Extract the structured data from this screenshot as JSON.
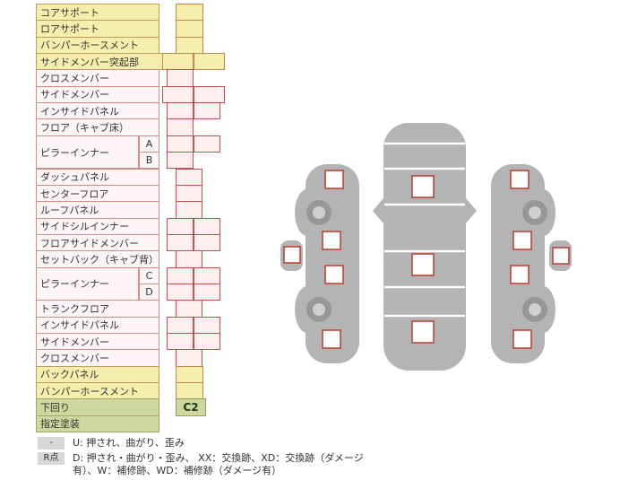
{
  "colors": {
    "row_yellow": "#f5efad",
    "row_green": "#ccd89e",
    "cell_pink": "#fdeef0",
    "cell_border_red": "#c0504d",
    "car_body_gray": "#b4b4b4",
    "marker_border_red": "#c0392b",
    "legend_badge_gray": "#d8d8d8"
  },
  "table": {
    "rows": [
      {
        "label": "コアサポート",
        "bg": "yellow",
        "cells": [
          {
            "l": 156,
            "w": 31,
            "bg": "yellow"
          }
        ]
      },
      {
        "label": "ロアサポート",
        "bg": "yellow",
        "cells": [
          {
            "l": 156,
            "w": 31,
            "bg": "yellow"
          }
        ]
      },
      {
        "label": "バンパーホースメント",
        "bg": "yellow",
        "cells": [
          {
            "l": 156,
            "w": 31,
            "bg": "yellow"
          }
        ]
      },
      {
        "label": "サイドメンバー突起部",
        "bg": "yellow",
        "wide": true,
        "cells": [
          {
            "l": 141,
            "w": 35,
            "bg": "yellow"
          },
          {
            "l": 176,
            "w": 35,
            "bg": "yellow"
          }
        ]
      },
      {
        "label": "クロスメンバー",
        "cells": [
          {
            "l": 146,
            "w": 30,
            "bg": "pink"
          }
        ]
      },
      {
        "label": "サイドメンバー",
        "cells": [
          {
            "l": 141,
            "w": 35,
            "bg": "pink"
          },
          {
            "l": 176,
            "w": 35,
            "bg": "pink"
          }
        ]
      },
      {
        "label": "インサイドパネル",
        "cells": [
          {
            "l": 146,
            "w": 30,
            "bg": "pink"
          },
          {
            "l": 176,
            "w": 30,
            "bg": "pink"
          }
        ]
      },
      {
        "label": "フロア（キャブ床）",
        "cells": [
          {
            "l": 146,
            "w": 30,
            "bg": "pink"
          }
        ]
      },
      {
        "group": "ピラーインナー",
        "sub": "A",
        "cells": [
          {
            "l": 146,
            "w": 30,
            "bg": "pink"
          },
          {
            "l": 176,
            "w": 30,
            "bg": "pink"
          }
        ]
      },
      {
        "sub": "B",
        "cont": true,
        "cells": [
          {
            "l": 146,
            "w": 30,
            "bg": "pink"
          }
        ]
      },
      {
        "label": "ダッシュパネル",
        "cells": [
          {
            "l": 156,
            "w": 30,
            "bg": "pink"
          }
        ]
      },
      {
        "label": "センターフロア",
        "cells": [
          {
            "l": 156,
            "w": 30,
            "bg": "pink"
          }
        ]
      },
      {
        "label": "ルーフパネル",
        "cells": [
          {
            "l": 156,
            "w": 30,
            "bg": "pink"
          }
        ]
      },
      {
        "label": "サイドシルインナー",
        "cells": [
          {
            "l": 146,
            "w": 30,
            "bg": "pink"
          },
          {
            "l": 176,
            "w": 30,
            "bg": "pink"
          }
        ]
      },
      {
        "label": "フロアサイドメンバー",
        "cells": [
          {
            "l": 146,
            "w": 30,
            "bg": "pink"
          },
          {
            "l": 176,
            "w": 30,
            "bg": "pink"
          }
        ]
      },
      {
        "label": "セットバック（キャブ背）",
        "cells": [
          {
            "l": 156,
            "w": 30,
            "bg": "pink"
          }
        ]
      },
      {
        "group": "ピラーインナー",
        "sub": "C",
        "cells": [
          {
            "l": 146,
            "w": 30,
            "bg": "pink"
          },
          {
            "l": 176,
            "w": 30,
            "bg": "pink"
          }
        ]
      },
      {
        "sub": "D",
        "cont": true,
        "cells": [
          {
            "l": 146,
            "w": 30,
            "bg": "pink"
          },
          {
            "l": 176,
            "w": 30,
            "bg": "pink"
          }
        ]
      },
      {
        "label": "トランクフロア",
        "cells": [
          {
            "l": 156,
            "w": 30,
            "bg": "pink"
          }
        ]
      },
      {
        "label": "インサイドパネル",
        "cells": [
          {
            "l": 146,
            "w": 30,
            "bg": "pink"
          },
          {
            "l": 176,
            "w": 30,
            "bg": "pink"
          }
        ]
      },
      {
        "label": "サイドメンバー",
        "cells": [
          {
            "l": 146,
            "w": 30,
            "bg": "pink"
          },
          {
            "l": 176,
            "w": 30,
            "bg": "pink"
          }
        ]
      },
      {
        "label": "クロスメンバー",
        "cells": [
          {
            "l": 156,
            "w": 30,
            "bg": "pink"
          }
        ]
      },
      {
        "label": "バックパネル",
        "bg": "yellow",
        "cells": [
          {
            "l": 156,
            "w": 31,
            "bg": "yellow"
          }
        ]
      },
      {
        "label": "バンパーホースメント",
        "bg": "yellow",
        "cells": [
          {
            "l": 156,
            "w": 31,
            "bg": "yellow"
          }
        ]
      },
      {
        "label": "下回り",
        "bg": "green",
        "cells": [
          {
            "l": 156,
            "w": 34,
            "bg": "green",
            "v": "C2"
          }
        ]
      },
      {
        "label": "指定塗装",
        "bg": "green",
        "cells": []
      }
    ]
  },
  "legend": {
    "rows": [
      {
        "badge": "-",
        "text": "U: 押され、曲がり、歪み"
      },
      {
        "badge": "R点",
        "text": "D: 押され・曲がり・歪み、 XX：交換跡、XD：交換跡（ダメージ有）、W：補修跡、WD：補修跡（ダメージ有）"
      }
    ]
  },
  "diagram": {
    "views": [
      "left-side-view",
      "top-view",
      "right-side-view"
    ],
    "marker_counts": {
      "left_view": 5,
      "top_view": 3,
      "right_view": 5
    },
    "markers_empty": true
  }
}
